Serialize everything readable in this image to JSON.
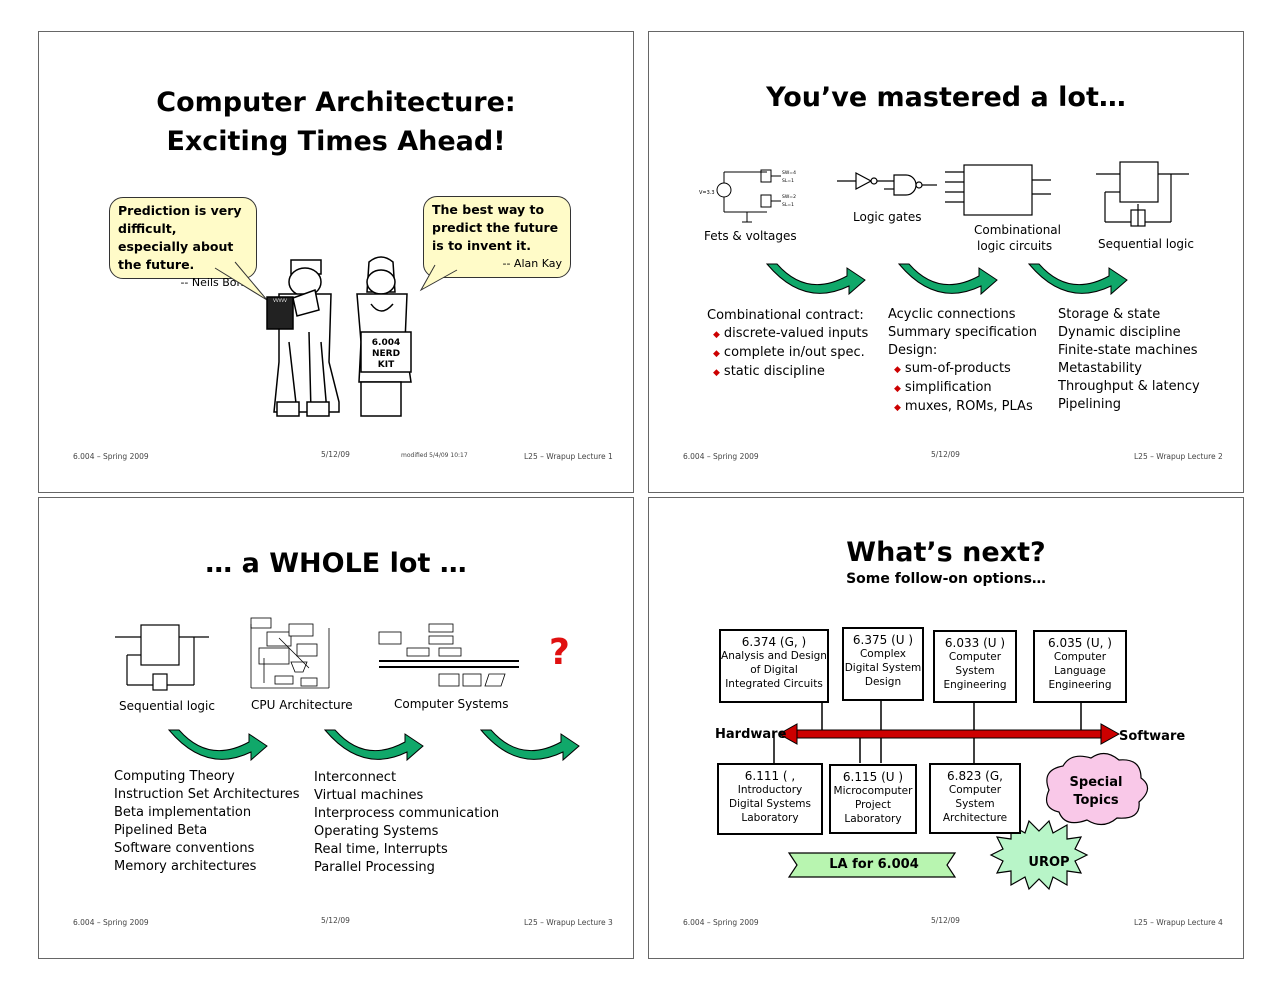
{
  "footer": {
    "course": "6.004 – Spring 2009",
    "date": "5/12/09"
  },
  "slide1": {
    "title1": "Computer Architecture:",
    "title2": "Exciting Times Ahead!",
    "bohr_quote": "Prediction is very difficult, especially about the future.",
    "bohr_attr": "-- Neils Bohr",
    "kay_quote": "The best way to predict the future is to invent it.",
    "kay_attr": "-- Alan Kay",
    "book1": "6.004",
    "book2": "NERD KIT",
    "modified": "modified 5/4/09 10:17",
    "lecture": "L25 – Wrapup Lecture   1"
  },
  "slide2": {
    "title": "You’ve mastered a lot…",
    "labels": {
      "fets": "Fets & voltages",
      "gates": "Logic gates",
      "comb1": "Combinational",
      "comb2": "logic circuits",
      "seq": "Sequential logic"
    },
    "col1_head": "Combinational contract:",
    "col1_items": [
      "discrete-valued inputs",
      "complete in/out spec.",
      "static discipline"
    ],
    "col2_lines": [
      "Acyclic connections",
      "Summary specification",
      "Design:"
    ],
    "col2_items": [
      "sum-of-products",
      "simplification",
      "muxes, ROMs, PLAs"
    ],
    "col3_lines": [
      "Storage & state",
      "Dynamic discipline",
      "Finite-state machines",
      "Metastability",
      "Throughput & latency",
      "Pipelining"
    ],
    "lecture": "L25 – Wrapup Lecture   2"
  },
  "slide3": {
    "title": "… a WHOLE lot …",
    "labels": {
      "seq": "Sequential logic",
      "cpu": "CPU Architecture",
      "sys": "Computer Systems"
    },
    "question": "?",
    "col1": [
      "Computing Theory",
      "Instruction Set Architectures",
      "Beta implementation",
      "Pipelined Beta",
      "Software conventions",
      "Memory architectures"
    ],
    "col2": [
      "Interconnect",
      "Virtual machines",
      "Interprocess communication",
      "Operating Systems",
      "Real time, Interrupts",
      "Parallel Processing"
    ],
    "lecture": "L25 – Wrapup Lecture   3"
  },
  "slide4": {
    "title": "What’s next?",
    "subtitle": "Some follow-on options…",
    "top_boxes": [
      {
        "code": "6.374 (G, )",
        "lines": [
          "Analysis and Design",
          "of Digital",
          "Integrated Circuits"
        ]
      },
      {
        "code": "6.375 (U )",
        "lines": [
          "Complex",
          "Digital System",
          "Design"
        ]
      },
      {
        "code": "6.033 (U )",
        "lines": [
          "Computer",
          "System",
          "Engineering"
        ]
      },
      {
        "code": "6.035 (U, )",
        "lines": [
          "Computer",
          "Language",
          "Engineering"
        ]
      }
    ],
    "bottom_boxes": [
      {
        "code": "6.111 ( , ",
        "lines": [
          "Introductory",
          "Digital Systems",
          "Laboratory"
        ]
      },
      {
        "code": "6.115 (U )",
        "lines": [
          "Microcomputer",
          "Project",
          "Laboratory"
        ]
      },
      {
        "code": "6.823 (G, ",
        "lines": [
          "Computer",
          "System",
          "Architecture"
        ]
      }
    ],
    "hardware": "Hardware",
    "software": "Software",
    "special1": "Special",
    "special2": "Topics",
    "la": "LA for 6.004",
    "urop": "UROP",
    "lecture": "L25 – Wrapup Lecture   4"
  },
  "colors": {
    "arrow_green": "#10a86a",
    "question_red": "#e01010",
    "bubble_yellow": "#fffbc8",
    "cloud_pink": "#f9c8e8",
    "la_green": "#b8f5b0",
    "urop_green": "#b8f5c8",
    "axis_red": "#cc0000"
  }
}
